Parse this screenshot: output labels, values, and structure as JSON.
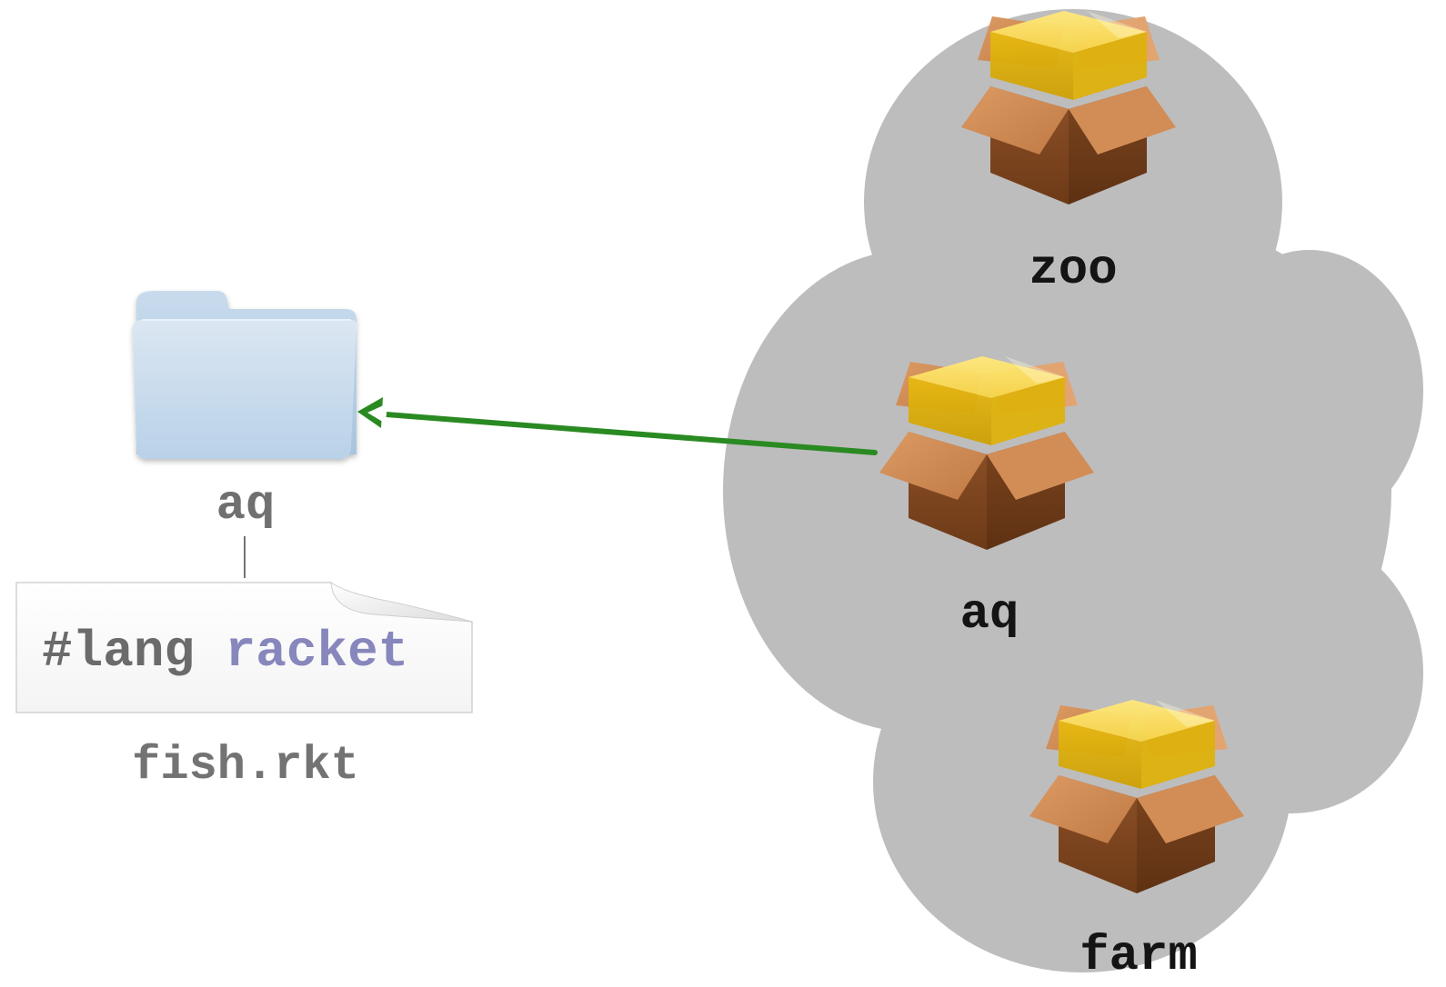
{
  "folder": {
    "label": "aq"
  },
  "file": {
    "code_prefix": "#lang",
    "code_keyword": "racket",
    "filename": "fish.rkt"
  },
  "packages": [
    {
      "label": "zoo"
    },
    {
      "label": "aq"
    },
    {
      "label": "farm"
    }
  ],
  "colors": {
    "cloud": "#bdbdbd",
    "arrow": "#2a8a22",
    "folder": "#c9ddee",
    "code_keyword": "#8787bd",
    "code_text": "#6b6b6b",
    "label_dark": "#141414",
    "label_gray": "#707070"
  },
  "icons": [
    "folder-icon",
    "package-box-icon",
    "document-icon",
    "cloud-shape"
  ]
}
